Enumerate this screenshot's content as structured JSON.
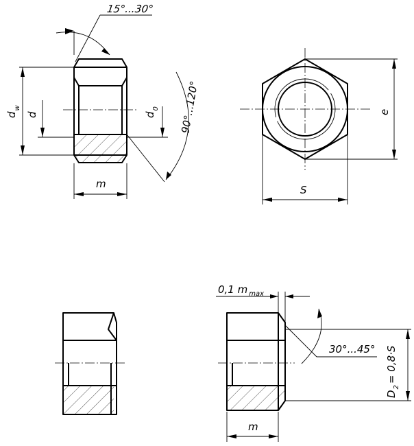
{
  "labels": {
    "angle_top": "15°...30°",
    "angle_side": "90°...120°",
    "dw_main": "d",
    "dw_sub": "w",
    "d": "d",
    "d0_main": "d",
    "d0_sub": "0",
    "m_top": "m",
    "s": "S",
    "e": "e",
    "gap_main": "0,1 m",
    "gap_sub": "max",
    "chamfer_angle": "30°...45°",
    "d2_main": "D",
    "d2_sub": "2",
    "d2_rest": "= 0,8·S",
    "m_bottom": "m"
  }
}
